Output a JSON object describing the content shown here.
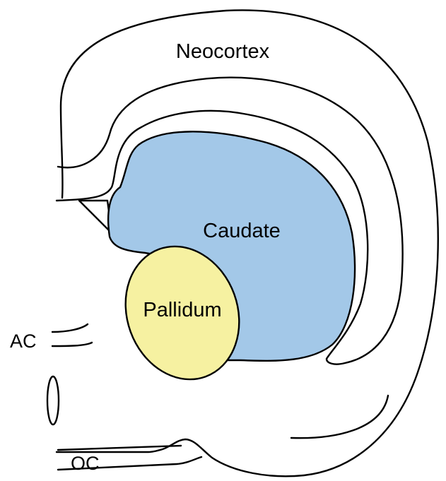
{
  "labels": {
    "neocortex": "Neocortex",
    "caudate": "Caudate",
    "pallidum": "Pallidum",
    "ac": "AC",
    "oc": "OC"
  },
  "colors": {
    "caudate_fill": "#a3c8e8",
    "pallidum_fill": "#f6f1a1",
    "stroke": "#000000",
    "background": "#ffffff"
  }
}
